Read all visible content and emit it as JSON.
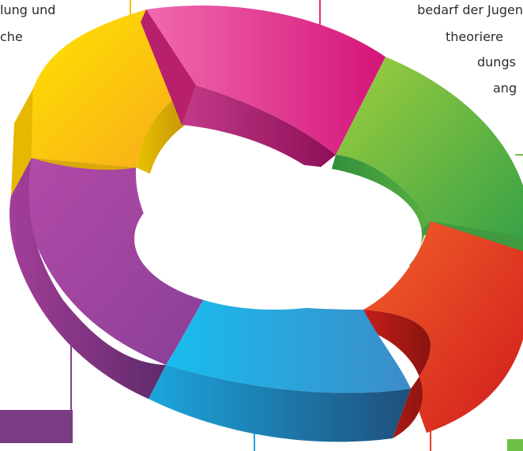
{
  "labels": {
    "top_left": [
      "lung und",
      "che"
    ],
    "top_right": [
      "bedarf der Jugen",
      "theoriere",
      "dungs",
      "ang"
    ]
  },
  "segments": [
    {
      "name": "pink",
      "color": "#e4308c"
    },
    {
      "name": "green",
      "color": "#5fb43c"
    },
    {
      "name": "red",
      "color": "#e8402a"
    },
    {
      "name": "blue",
      "color": "#2a9ed8"
    },
    {
      "name": "purple",
      "color": "#8e3d96"
    },
    {
      "name": "yellow",
      "color": "#f6c400"
    }
  ],
  "colors": {
    "line_yellow": "#f2c200",
    "line_pink": "#e0307e",
    "line_green": "#6cbe45",
    "line_purple": "#8b3d8f",
    "line_blue": "#20a6de",
    "line_red": "#e0402a",
    "box_purple": "#7a3c83",
    "box_green": "#6cbe45"
  }
}
